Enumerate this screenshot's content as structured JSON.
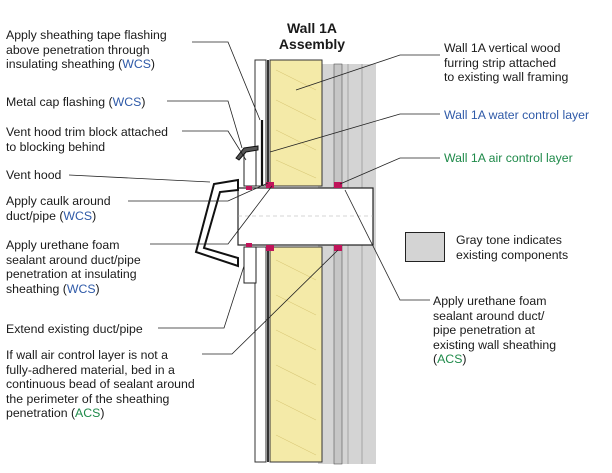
{
  "title": {
    "line1": "Wall 1A",
    "line2": "Assembly"
  },
  "colors": {
    "water_code": "#2f5aa8",
    "air_code": "#1f8a4a",
    "sealant": "#c0145a",
    "insulation": "#f4eaa8",
    "existing_gray": "#d4d4d4"
  },
  "left_callouts": {
    "sheathing_tape": {
      "line1": "Apply sheathing tape flashing",
      "line2": "above penetration through",
      "line3": "insulating sheathing (",
      "code": "WCS",
      "close": ")"
    },
    "metal_cap": {
      "text": "Metal cap flashing (",
      "code": "WCS",
      "close": ")"
    },
    "trim_block": {
      "line1": "Vent hood trim block attached",
      "line2": "to blocking behind"
    },
    "vent_hood": {
      "text": "Vent hood"
    },
    "caulk": {
      "line1": "Apply caulk around",
      "line2": "duct/pipe (",
      "code": "WCS",
      "close": ")"
    },
    "urethane_insulating": {
      "line1": "Apply urethane foam",
      "line2": "sealant around duct/pipe",
      "line3": "penetration at insulating",
      "line4": "sheathing (",
      "code": "WCS",
      "close": ")"
    },
    "extend_duct": {
      "text": "Extend existing duct/pipe"
    },
    "air_layer_note": {
      "line1": "If wall air control layer is not a",
      "line2": "fully-adhered material, bed in a",
      "line3": "continuous bead of sealant around",
      "line4": "the perimeter of the sheathing",
      "line5": "penetration (",
      "code": "ACS",
      "close": ")"
    }
  },
  "right_callouts": {
    "furring": {
      "line1": "Wall 1A vertical wood",
      "line2": "furring strip attached",
      "line3": "to existing wall framing"
    },
    "water_layer": {
      "text": "Wall 1A water control layer"
    },
    "air_layer": {
      "text": "Wall 1A air control layer"
    },
    "legend": {
      "line1": "Gray tone indicates",
      "line2": "existing components"
    },
    "urethane_existing": {
      "line1": "Apply urethane foam",
      "line2": "sealant around duct/",
      "line3": "pipe penetration at",
      "line4": "existing wall sheathing",
      "line5": "(",
      "code": "ACS",
      "close": ")"
    }
  }
}
